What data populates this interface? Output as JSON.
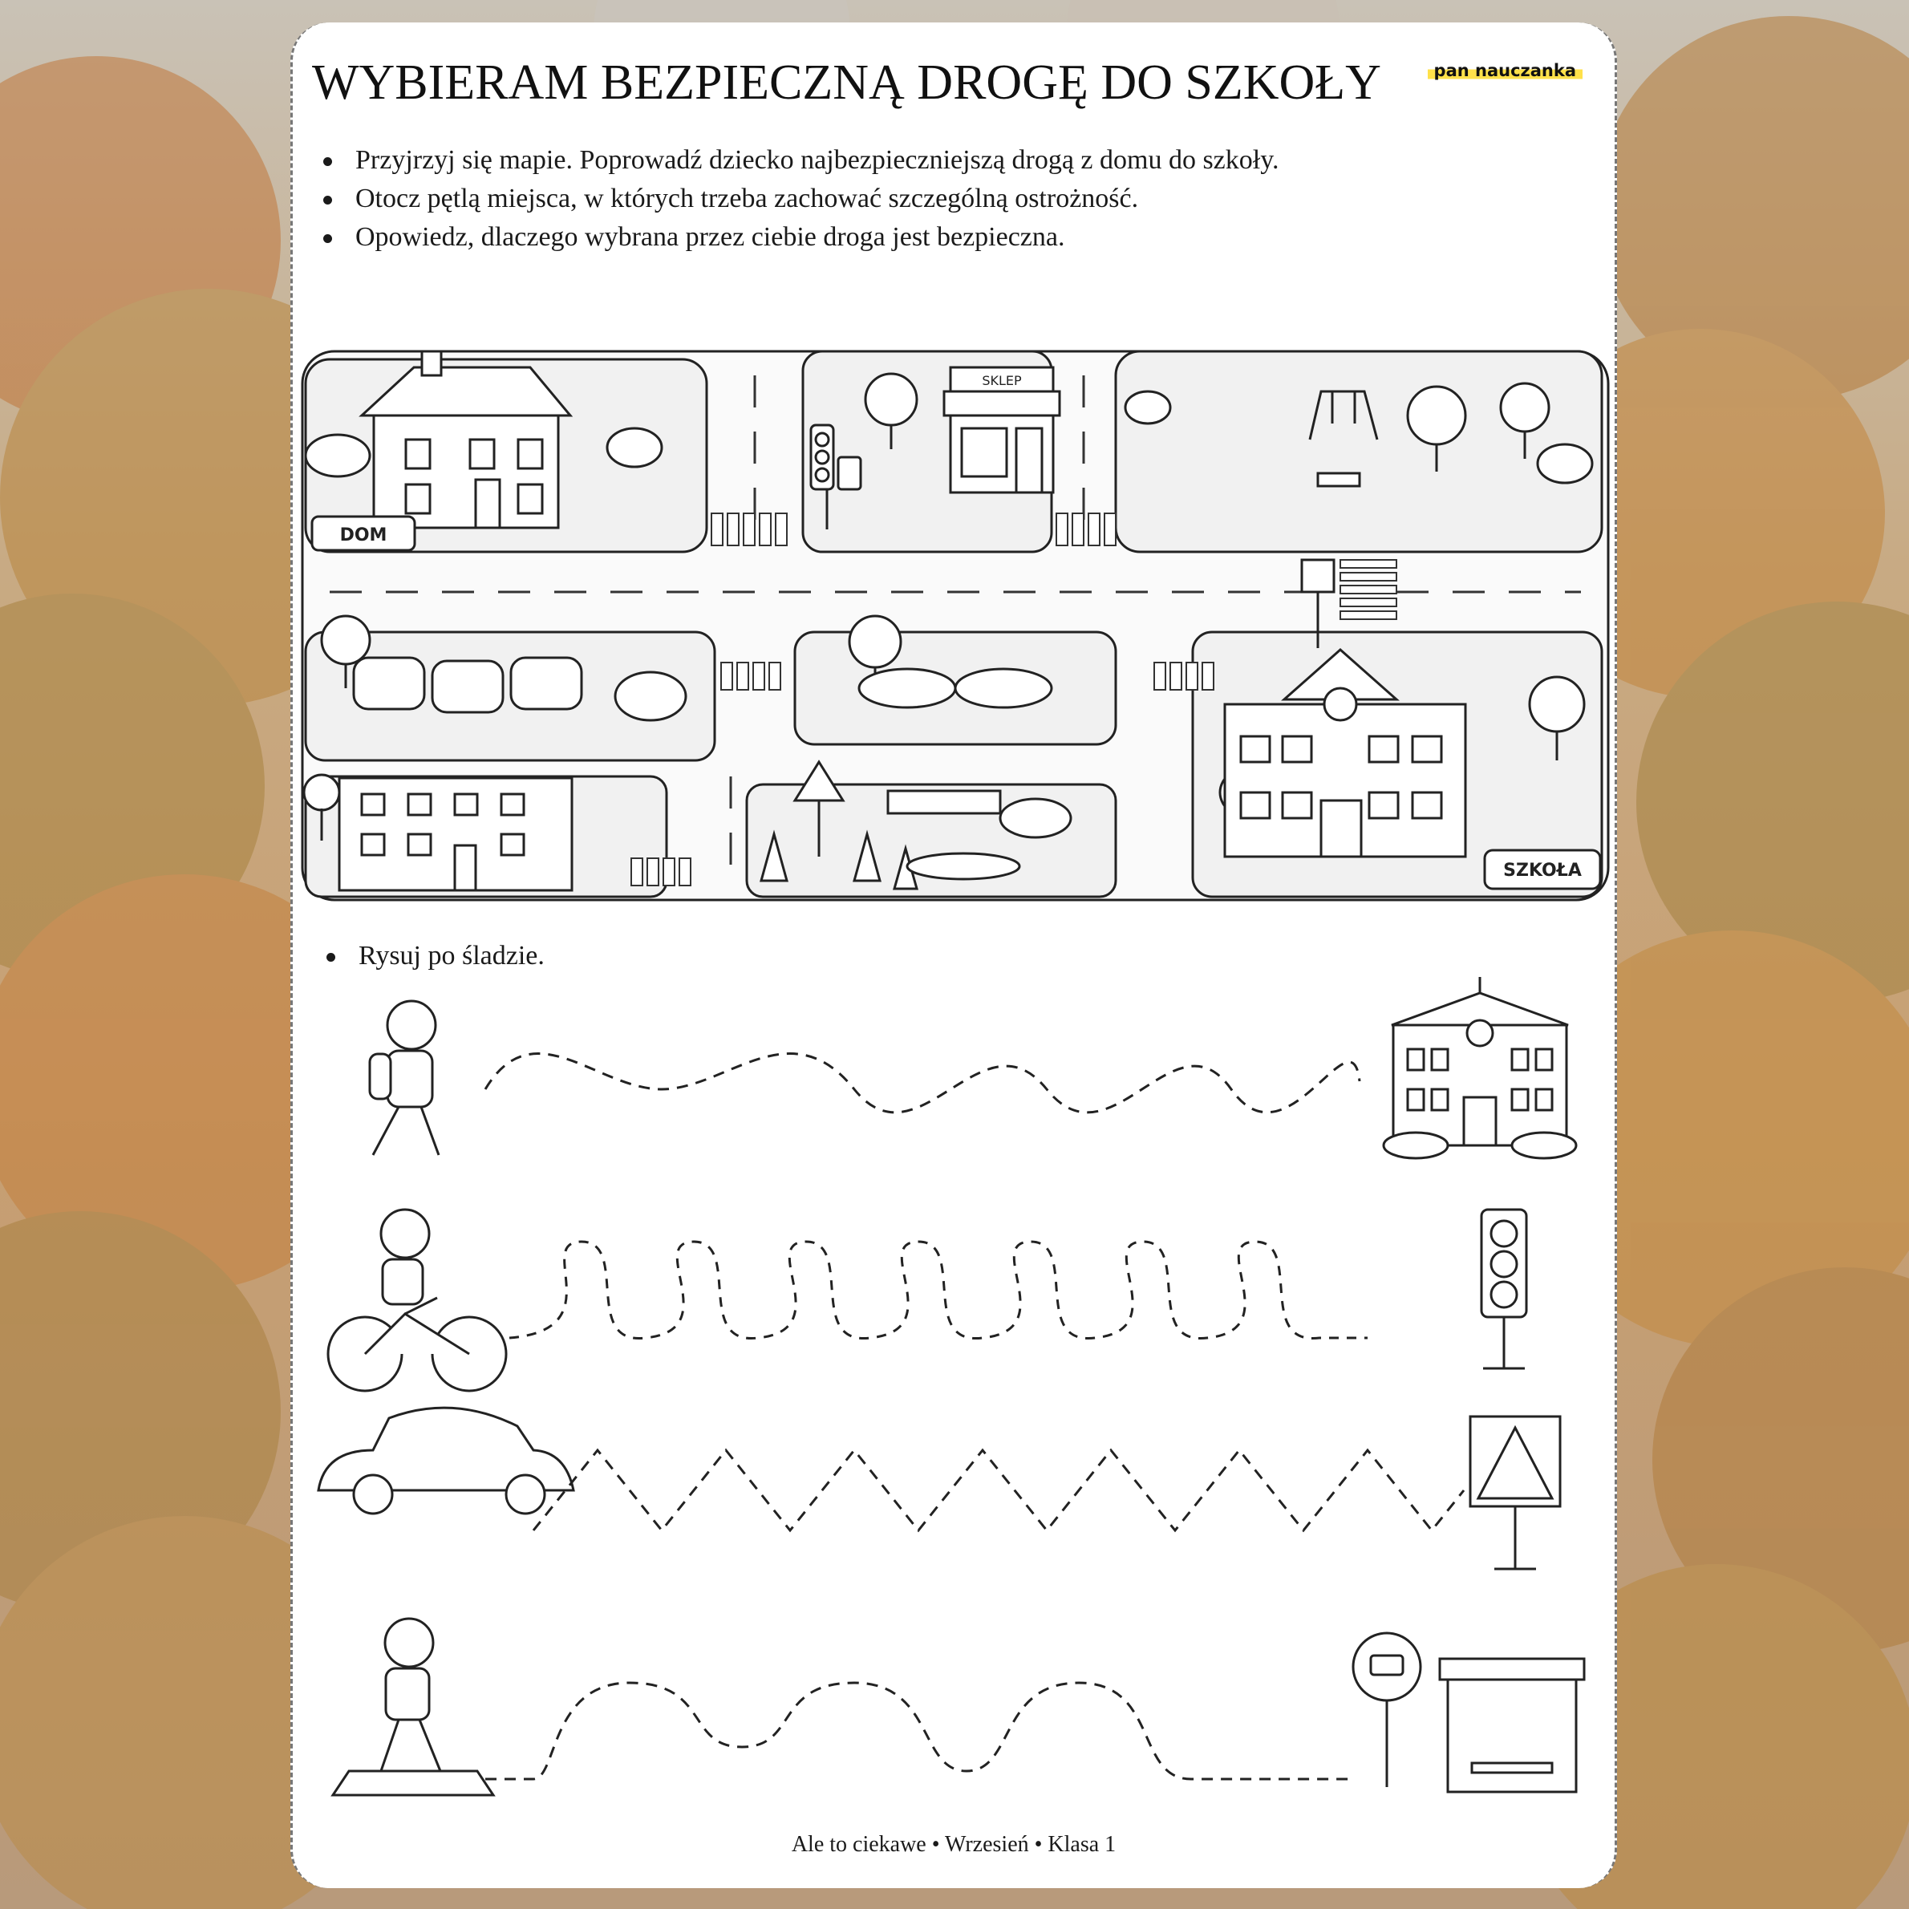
{
  "page": {
    "title": "WYBIERAM BEZPIECZNĄ DROGĘ DO SZKOŁY",
    "brand": "pan nauczanka",
    "instructions": [
      "Przyjrzyj się mapie. Poprowadź dziecko najbezpieczniejszą drogą z domu do szkoły.",
      "Otocz pętlą miejsca, w których trzeba zachować szczególną ostrożność.",
      "Opowiedz, dlaczego wybrana przez ciebie droga jest bezpieczna."
    ],
    "trace_instruction": "Rysuj po śladzie.",
    "footer": "Ale to ciekawe • Wrzesień • Klasa 1"
  },
  "map": {
    "labels": {
      "home": "DOM",
      "shop": "SKLEP",
      "school": "SZKOŁA"
    }
  },
  "colors": {
    "background_foliage": "#c8955a",
    "sheet": "#ffffff",
    "brand_highlight": "#ffe14a",
    "ink": "#1a1a1a"
  },
  "tracing_rows": [
    {
      "start": "walking-boy-icon",
      "path": "wave",
      "end": "school-building-icon"
    },
    {
      "start": "girl-on-bike-icon",
      "path": "loops",
      "end": "traffic-light-icon"
    },
    {
      "start": "car-icon",
      "path": "zigzag",
      "end": "pedestrian-crossing-sign-icon"
    },
    {
      "start": "girl-on-crosswalk-icon",
      "path": "bumps",
      "end": "bus-stop-icon"
    }
  ]
}
